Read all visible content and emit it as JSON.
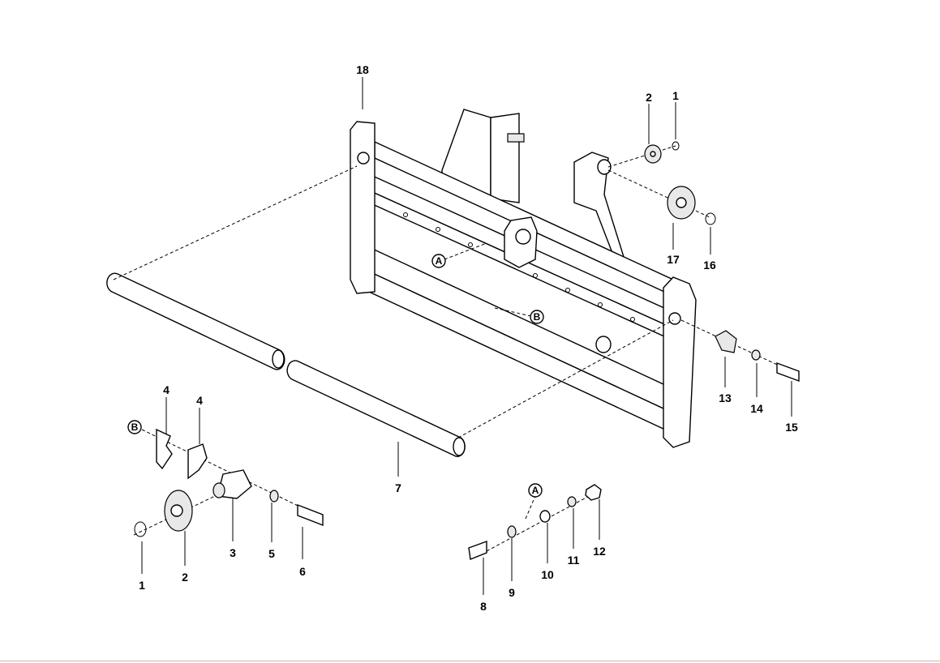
{
  "diagram": {
    "callouts": {
      "a": "A",
      "b": "B"
    },
    "parts": {
      "p18": "18",
      "p2_top": "2",
      "p1_top": "1",
      "p17": "17",
      "p16": "16",
      "p13": "13",
      "p14": "14",
      "p15": "15",
      "p7": "7",
      "p4_left": "4",
      "p4_right": "4",
      "p1_bot": "1",
      "p2_bot": "2",
      "p3": "3",
      "p5": "5",
      "p6": "6",
      "p8": "8",
      "p9": "9",
      "p10": "10",
      "p11": "11",
      "p12": "12"
    }
  }
}
